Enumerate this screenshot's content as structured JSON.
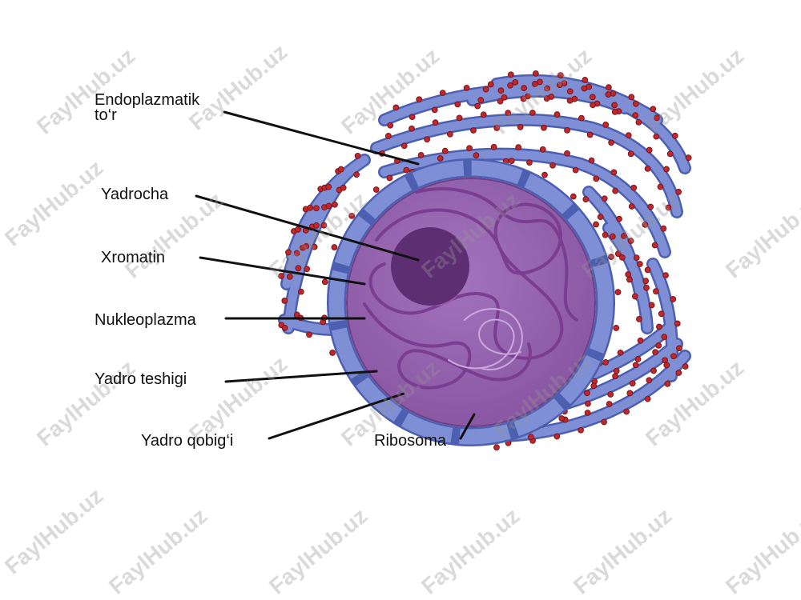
{
  "labels": {
    "endoplazmatik_line1": "Endoplazmatik",
    "endoplazmatik_line2": "to‘r",
    "yadrocha": "Yadrocha",
    "xromatin": "Xromatin",
    "nukleoplazma": "Nukleoplazma",
    "yadro_teshigi": "Yadro teshigi",
    "yadro_qobigi": "Yadro qobig‘i",
    "ribosoma": "Ribosoma"
  },
  "watermark": "FaylHub.uz",
  "colors": {
    "nucleus": "#8f5aa8",
    "nucleolus": "#5e2e73",
    "envelope": "#7f8fd6",
    "envelope_edge": "#4c5fb0",
    "ribosome": "#c0282d",
    "chromatin": "#7a3d90",
    "leader": "#111111"
  }
}
